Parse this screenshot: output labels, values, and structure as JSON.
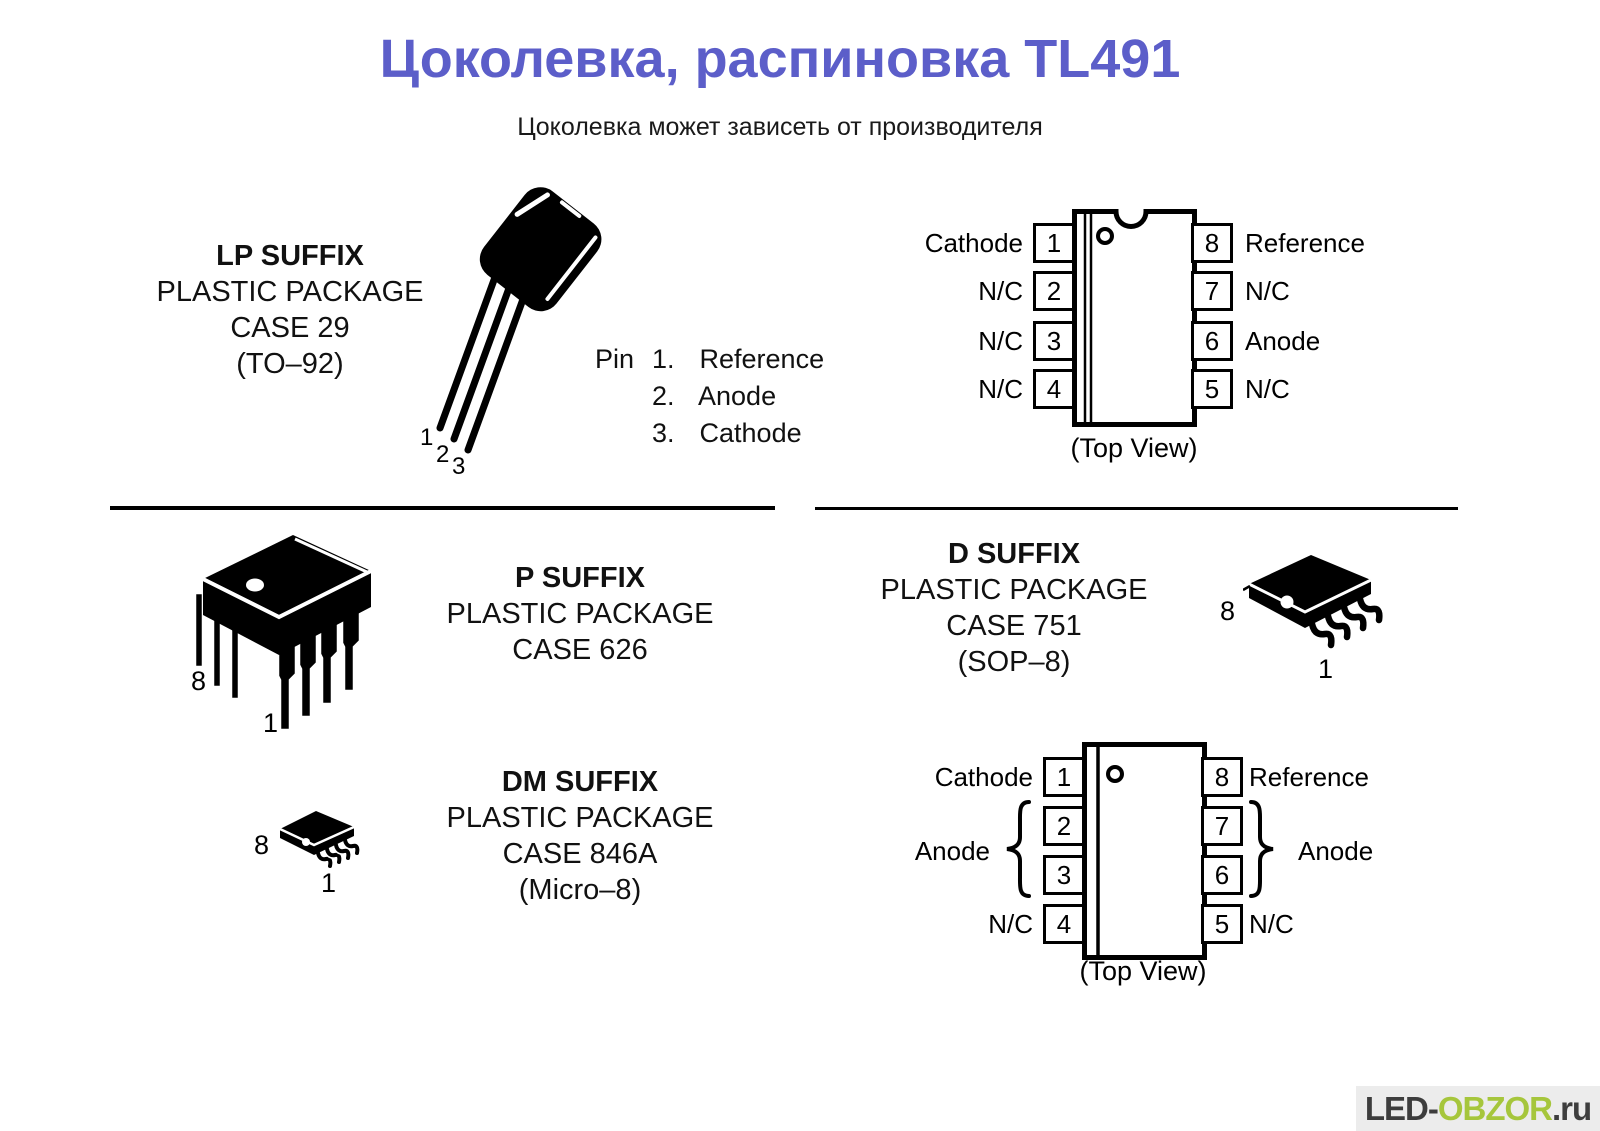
{
  "title": {
    "text": "Цоколевка, распиновка TL491",
    "color": "#5c5ec9"
  },
  "subtitle": "Цоколевка может зависеть от производителя",
  "packages": {
    "lp": {
      "suffix": "LP SUFFIX",
      "package": "PLASTIC PACKAGE",
      "case": "CASE 29",
      "variant": "(TO–92)",
      "pin_numbers": [
        "1",
        "2",
        "3"
      ]
    },
    "p": {
      "suffix": "P SUFFIX",
      "package": "PLASTIC PACKAGE",
      "case": "CASE 626",
      "pin_last": "8",
      "pin_first": "1"
    },
    "d": {
      "suffix": "D SUFFIX",
      "package": "PLASTIC PACKAGE",
      "case": "CASE 751",
      "variant": "(SOP–8)",
      "pin_last": "8",
      "pin_first": "1"
    },
    "dm": {
      "suffix": "DM SUFFIX",
      "package": "PLASTIC PACKAGE",
      "case": "CASE 846A",
      "variant": "(Micro–8)",
      "pin_last": "8",
      "pin_first": "1"
    }
  },
  "pin_legend": {
    "heading": "Pin",
    "rows": [
      {
        "num": "1.",
        "name": "Reference"
      },
      {
        "num": "2.",
        "name": "Anode"
      },
      {
        "num": "3.",
        "name": "Cathode"
      }
    ]
  },
  "pinout_top": {
    "left": [
      {
        "num": "1",
        "label": "Cathode"
      },
      {
        "num": "2",
        "label": "N/C"
      },
      {
        "num": "3",
        "label": "N/C"
      },
      {
        "num": "4",
        "label": "N/C"
      }
    ],
    "right": [
      {
        "num": "8",
        "label": "Reference"
      },
      {
        "num": "7",
        "label": "N/C"
      },
      {
        "num": "6",
        "label": "Anode"
      },
      {
        "num": "5",
        "label": "N/C"
      }
    ],
    "caption": "(Top View)"
  },
  "pinout_bottom": {
    "left": [
      {
        "num": "1",
        "label": "Cathode"
      },
      {
        "num": "2",
        "label": ""
      },
      {
        "num": "3",
        "label": ""
      },
      {
        "num": "4",
        "label": "N/C"
      }
    ],
    "right": [
      {
        "num": "8",
        "label": "Reference"
      },
      {
        "num": "7",
        "label": ""
      },
      {
        "num": "6",
        "label": ""
      },
      {
        "num": "5",
        "label": "N/C"
      }
    ],
    "left_group_label": "Anode",
    "right_group_label": "Anode",
    "caption": "(Top View)"
  },
  "watermark": {
    "part1": "LED-",
    "part2": "OBZOR",
    "part3": ".ru",
    "green": "#a6c63c",
    "dark": "#3d3d3d",
    "background": "#ececec"
  }
}
